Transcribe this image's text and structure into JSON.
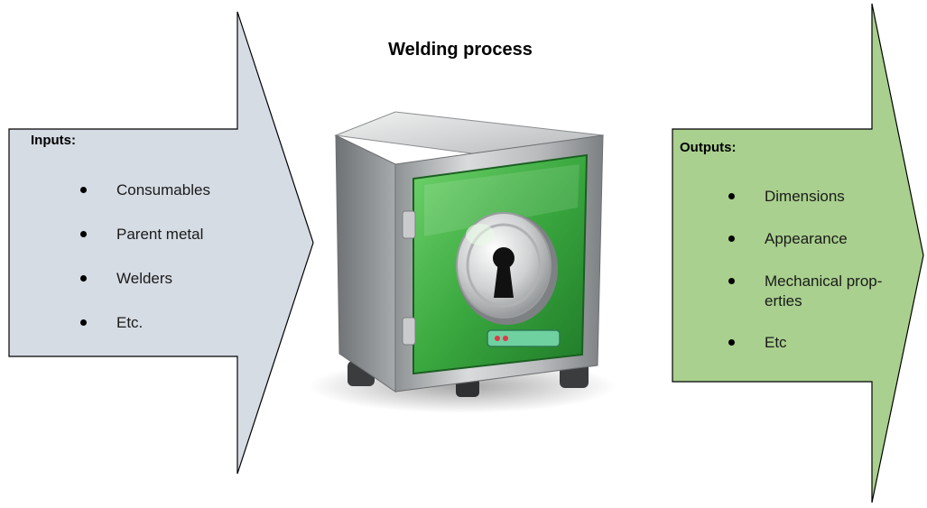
{
  "title": "Welding process",
  "inputs": {
    "heading": "Inputs:",
    "items": [
      "Consumables",
      "Parent metal",
      "Welders",
      "Etc."
    ]
  },
  "outputs": {
    "heading": "Outputs:",
    "items": [
      "Dimensions",
      "Appearance",
      "Mechanical prop-erties",
      "Etc"
    ]
  },
  "colors": {
    "input_arrow": "#d6dce4",
    "output_arrow": "#a9d08e",
    "safe_door": "#43b14b",
    "safe_body": "#b7b9bb"
  },
  "icons": {
    "center": "safe-with-keyhole-icon"
  }
}
